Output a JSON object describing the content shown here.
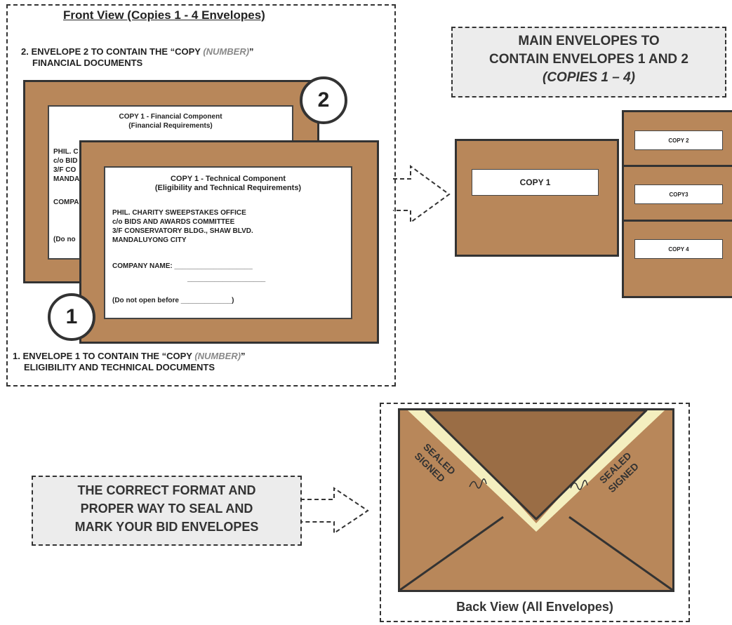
{
  "front": {
    "title": "Front View (Copies 1 - 4 Envelopes)",
    "item2_prefix": "2. ENVELOPE 2 TO CONTAIN THE “COPY ",
    "item2_number": "(NUMBER)",
    "item2_suffix": "”",
    "item2_line2": "FINANCIAL DOCUMENTS",
    "item1_prefix": "1. ENVELOPE 1 TO CONTAIN THE “COPY ",
    "item1_number": "(NUMBER)",
    "item1_suffix": "”",
    "item1_line2": "ELIGIBILITY AND TECHNICAL DOCUMENTS",
    "badge2": "2",
    "badge1": "1",
    "financial": {
      "title": "COPY 1 - Financial Component",
      "subtitle": "(Financial Requirements)",
      "addr1": "PHIL. C",
      "addr2": "c/o BID",
      "addr3": "3/F CO",
      "addr4": "MANDA",
      "company": "COMPA",
      "donot": "(Do no"
    },
    "technical": {
      "title": "COPY 1 - Technical Component",
      "subtitle": "(Eligibility and Technical Requirements)",
      "addr1": "PHIL. CHARITY SWEEPSTAKES OFFICE",
      "addr2": "c/o BIDS AND AWARDS COMMITTEE",
      "addr3": "3/F CONSERVATORY BLDG., SHAW BLVD.",
      "addr4": "MANDALUYONG CITY",
      "company": "COMPANY NAME: ____________________",
      "company_line2": "____________________",
      "donot": "(Do not open before _____________)"
    }
  },
  "main": {
    "line1": "MAIN ENVELOPES TO",
    "line2": "CONTAIN ENVELOPES 1 AND 2",
    "line3": "(COPIES 1 – 4)",
    "copy1": "COPY 1",
    "copy2": "COPY 2",
    "copy3": "COPY3",
    "copy4": "COPY 4"
  },
  "note": {
    "line1": "THE CORRECT FORMAT AND",
    "line2": "PROPER WAY TO SEAL AND",
    "line3": "MARK YOUR BID ENVELOPES"
  },
  "back": {
    "caption": "Back View (All Envelopes)",
    "seal_left_1": "SEALED",
    "seal_left_2": "SIGNED",
    "seal_right_1": "SEALED",
    "seal_right_2": "SIGNED"
  },
  "colors": {
    "envelope": "#b8875a",
    "flap": "#9a6d45",
    "tape": "#f4efbf"
  }
}
